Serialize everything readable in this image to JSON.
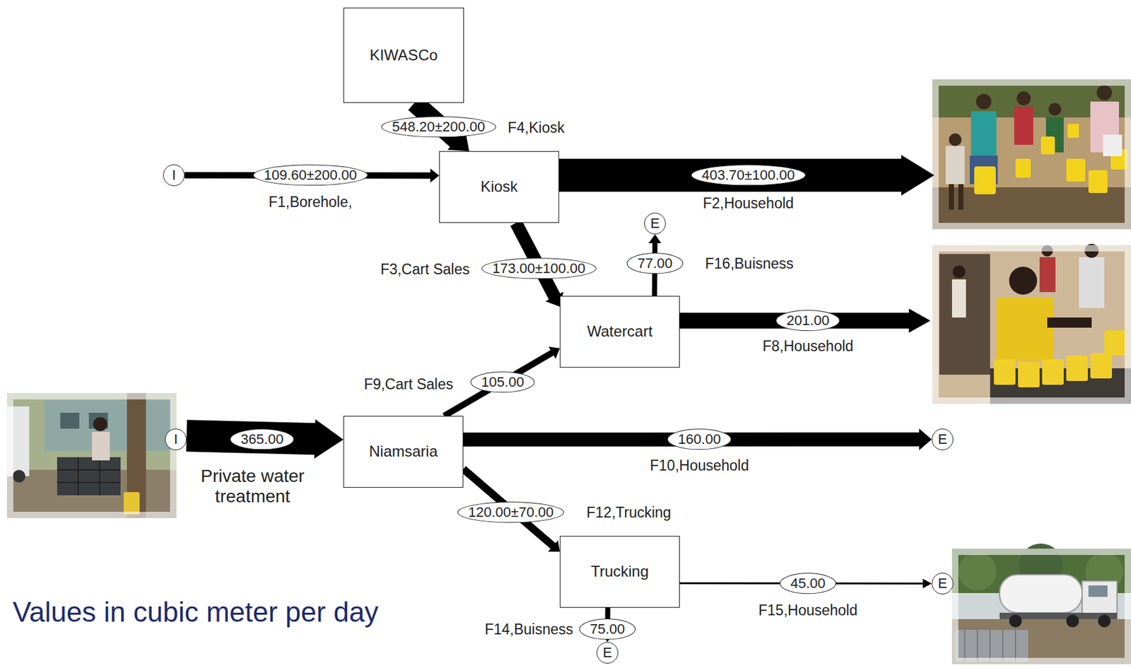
{
  "diagram": {
    "caption": "Values in cubic meter per day",
    "nodes": [
      {
        "text": [
          "KIWASCo"
        ]
      },
      {
        "text": [
          "I"
        ]
      },
      {
        "text": [
          "Kiosk"
        ]
      },
      {
        "text": [
          "E"
        ]
      },
      {
        "text": [
          "Watercart"
        ]
      },
      {
        "text": [
          "I"
        ]
      },
      {
        "text": [
          "Niamsaria"
        ]
      },
      {
        "text": [
          "E"
        ]
      },
      {
        "text": [
          "Trucking"
        ]
      },
      {
        "text": [
          "E"
        ]
      },
      {
        "text": [
          "E"
        ]
      }
    ],
    "edges": [
      {
        "from": 1,
        "to": 2,
        "arrow": "to",
        "label": "109.60±200.00"
      },
      {
        "from": 0,
        "to": 2,
        "arrow": "to",
        "label": "548.20±200.00"
      },
      {
        "from": 2,
        "to": 4,
        "arrow": "to",
        "label": "173.00±100.00"
      },
      {
        "from": 4,
        "to": 3,
        "arrow": "to",
        "label": "77.00"
      },
      {
        "from": 6,
        "to": 4,
        "arrow": "to",
        "label": "105.00"
      },
      {
        "from": 5,
        "to": 6,
        "arrow": "to",
        "label": "365.00"
      },
      {
        "from": 6,
        "to": 7,
        "arrow": "to",
        "label": "160.00"
      },
      {
        "from": 6,
        "to": 8,
        "arrow": "to",
        "label": "120.00±70.00"
      },
      {
        "from": 8,
        "to": 9,
        "arrow": "to",
        "label": "45.00"
      },
      {
        "from": 8,
        "to": 10,
        "arrow": "to",
        "label": "75.00"
      }
    ],
    "labels": [
      "F1,Borehole,",
      "F4,Kiosk",
      "403.70±100.00",
      "F2,Household",
      "F3,Cart Sales",
      "F16,Buisness",
      "201.00",
      "F8,Household",
      "F9,Cart Sales",
      "Private water treatment",
      "F10,Household",
      "F12,Trucking",
      "F14,Buisness",
      "F15,Household"
    ]
  }
}
